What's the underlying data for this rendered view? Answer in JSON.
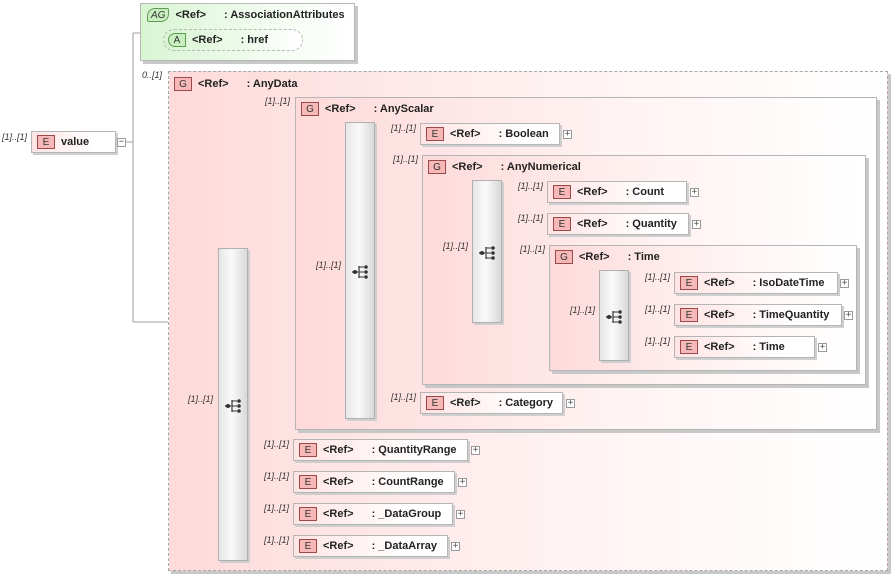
{
  "root": {
    "kind": "E",
    "name": "value",
    "card": "[1]..[1]",
    "toggle": "−"
  },
  "attribute_group": {
    "kind": "AG",
    "ref": "<Ref>",
    "name": ": AssociationAttributes",
    "attribute": {
      "kind": "A",
      "ref": "<Ref>",
      "name": ": href"
    }
  },
  "anydata": {
    "kind": "G",
    "ref": "<Ref>",
    "name": ": AnyData",
    "card": "0..[1]",
    "seq_card": "[1]..[1]"
  },
  "anyscalar": {
    "kind": "G",
    "ref": "<Ref>",
    "name": ": AnyScalar",
    "card": "[1]..[1]",
    "seq_card": "[1]..[1]"
  },
  "boolean": {
    "kind": "E",
    "ref": "<Ref>",
    "name": ": Boolean",
    "card": "[1]..[1]",
    "expand": "+"
  },
  "anynumerical": {
    "kind": "G",
    "ref": "<Ref>",
    "name": ": AnyNumerical",
    "card": "[1]..[1]",
    "seq_card": "[1]..[1]"
  },
  "count": {
    "kind": "E",
    "ref": "<Ref>",
    "name": ": Count",
    "card": "[1]..[1]",
    "expand": "+"
  },
  "quantity": {
    "kind": "E",
    "ref": "<Ref>",
    "name": ": Quantity",
    "card": "[1]..[1]",
    "expand": "+"
  },
  "time_group": {
    "kind": "G",
    "ref": "<Ref>",
    "name": ": Time",
    "card": "[1]..[1]",
    "seq_card": "[1]..[1]"
  },
  "isodatetime": {
    "kind": "E",
    "ref": "<Ref>",
    "name": ": IsoDateTime",
    "card": "[1]..[1]",
    "expand": "+"
  },
  "timequantity": {
    "kind": "E",
    "ref": "<Ref>",
    "name": ": TimeQuantity",
    "card": "[1]..[1]",
    "expand": "+"
  },
  "time_el": {
    "kind": "E",
    "ref": "<Ref>",
    "name": ": Time",
    "card": "[1]..[1]",
    "expand": "+"
  },
  "category": {
    "kind": "E",
    "ref": "<Ref>",
    "name": ": Category",
    "card": "[1]..[1]",
    "expand": "+"
  },
  "quantityrange": {
    "kind": "E",
    "ref": "<Ref>",
    "name": ": QuantityRange",
    "card": "[1]..[1]",
    "expand": "+"
  },
  "countrange": {
    "kind": "E",
    "ref": "<Ref>",
    "name": ": CountRange",
    "card": "[1]..[1]",
    "expand": "+"
  },
  "datagroup": {
    "kind": "E",
    "ref": "<Ref>",
    "name": ": _DataGroup",
    "card": "[1]..[1]",
    "expand": "+"
  },
  "dataarray": {
    "kind": "E",
    "ref": "<Ref>",
    "name": ": _DataArray",
    "card": "[1]..[1]",
    "expand": "+"
  }
}
